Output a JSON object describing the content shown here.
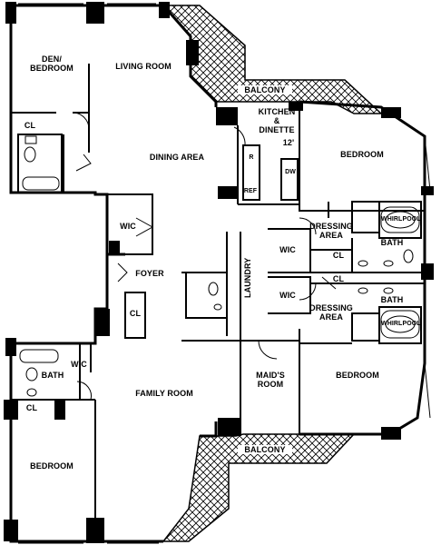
{
  "plan": {
    "rooms": {
      "den_bedroom": "DEN/\nBEDROOM",
      "living_room": "LIVING ROOM",
      "dining_area": "DINING AREA",
      "kitchen_dinette": "KITCHEN\n&\nDINETTE",
      "kitchen_dim": "12'",
      "bedroom_top_right": "BEDROOM",
      "dressing_area_upper": "DRESSING\nAREA",
      "dressing_area_lower": "DRESSING\nAREA",
      "bath_upper_right": "BATH",
      "bath_lower_right": "BATH",
      "whirlpool_upper": "WHIRLPOOL",
      "whirlpool_lower": "WHIRLPOOL",
      "wic_left_mid": "WIC",
      "wic_right_upper": "WIC",
      "wic_right_lower": "WIC",
      "wic_lower_left": "WIC",
      "cl_upper_left": "CL",
      "cl_foyer": "CL",
      "cl_right_upper": "CL",
      "cl_right_lower": "CL",
      "cl_lower_left": "CL",
      "foyer": "FOYER",
      "laundry": "LAUNDRY",
      "maids_room": "MAID'S\nROOM",
      "bedroom_lower_right": "BEDROOM",
      "family_room": "FAMILY ROOM",
      "bath_lower_left": "BATH",
      "bedroom_lower_left": "BEDROOM",
      "balcony_top": "BALCONY",
      "balcony_bottom": "BALCONY"
    },
    "fixtures": {
      "range": "R",
      "refrigerator": "REF",
      "dishwasher": "DW"
    }
  }
}
